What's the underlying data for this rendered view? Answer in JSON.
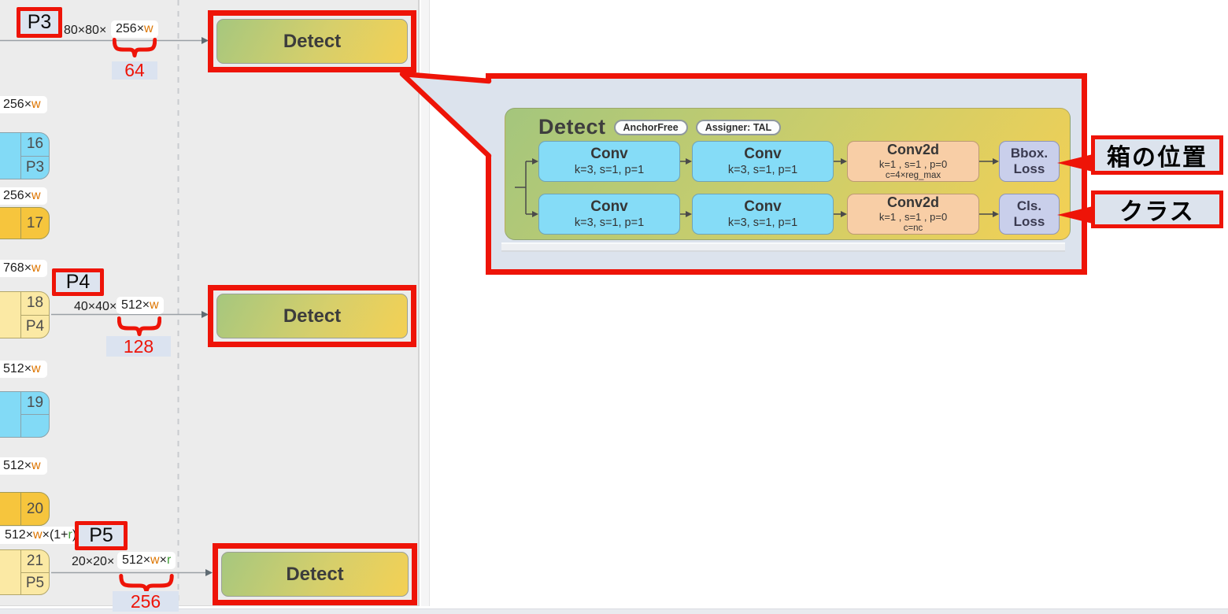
{
  "palette": {
    "annotation_red": "#ee1408",
    "width_var_orange": "#dd7500",
    "ratio_var_green": "#3f9b35",
    "node_cyan": "#82daf6",
    "node_gold": "#f6c53d",
    "node_pale_yellow": "#fbe9a4",
    "panel_bg": "#dce3ed",
    "detect_gradient_green": "#a6c77e",
    "detect_gradient_yellow": "#f4d054"
  },
  "left": {
    "p_labels": [
      "P3",
      "P4",
      "P5"
    ],
    "side_labels": [
      {
        "b1": "256×",
        "o1": "w"
      },
      {
        "b1": "256×",
        "o1": "w"
      },
      {
        "b1": "768×",
        "o1": "w"
      },
      {
        "b1": "512×",
        "o1": "w"
      },
      {
        "b1": "512×",
        "o1": "w"
      },
      {
        "b1": "512×",
        "o1": "w",
        "b2": "×(1+",
        "g1": "r",
        "b3": ")"
      }
    ],
    "rows": [
      {
        "prefix": "80×80×",
        "label": {
          "b1": "256×",
          "o1": "w"
        },
        "count": "64",
        "detect": "Detect"
      },
      {
        "prefix": "40×40×",
        "label": {
          "b1": "512×",
          "o1": "w"
        },
        "count": "128",
        "detect": "Detect"
      },
      {
        "prefix": "20×20×",
        "label": {
          "b1": "512×",
          "o1": "w",
          "b2": "×",
          "g1": "r"
        },
        "count": "256",
        "detect": "Detect"
      }
    ],
    "nodes": [
      {
        "cells": [
          "16",
          "P3"
        ]
      },
      {
        "cells": [
          "17"
        ]
      },
      {
        "cells": [
          "18",
          "P4"
        ]
      },
      {
        "cells": [
          "19",
          ""
        ]
      },
      {
        "cells": [
          "20"
        ]
      },
      {
        "cells": [
          "21",
          "P5"
        ]
      }
    ]
  },
  "panel": {
    "title": "Detect",
    "badges": [
      "AnchorFree",
      "Assigner: TAL"
    ],
    "rows": [
      {
        "blocks": [
          {
            "title": "Conv",
            "line1": "k=3, s=1, p=1"
          },
          {
            "title": "Conv",
            "line1": "k=3, s=1, p=1"
          },
          {
            "title": "Conv2d",
            "line1": "k=1 , s=1 , p=0",
            "line2": "c=4×reg_max"
          },
          {
            "title": "Bbox.",
            "line1": "Loss"
          }
        ]
      },
      {
        "blocks": [
          {
            "title": "Conv",
            "line1": "k=3, s=1, p=1"
          },
          {
            "title": "Conv",
            "line1": "k=3, s=1, p=1"
          },
          {
            "title": "Conv2d",
            "line1": "k=1 , s=1 , p=0",
            "line2": "c=nc"
          },
          {
            "title": "Cls.",
            "line1": "Loss"
          }
        ]
      }
    ],
    "callouts": [
      "箱の位置",
      "クラス"
    ]
  }
}
